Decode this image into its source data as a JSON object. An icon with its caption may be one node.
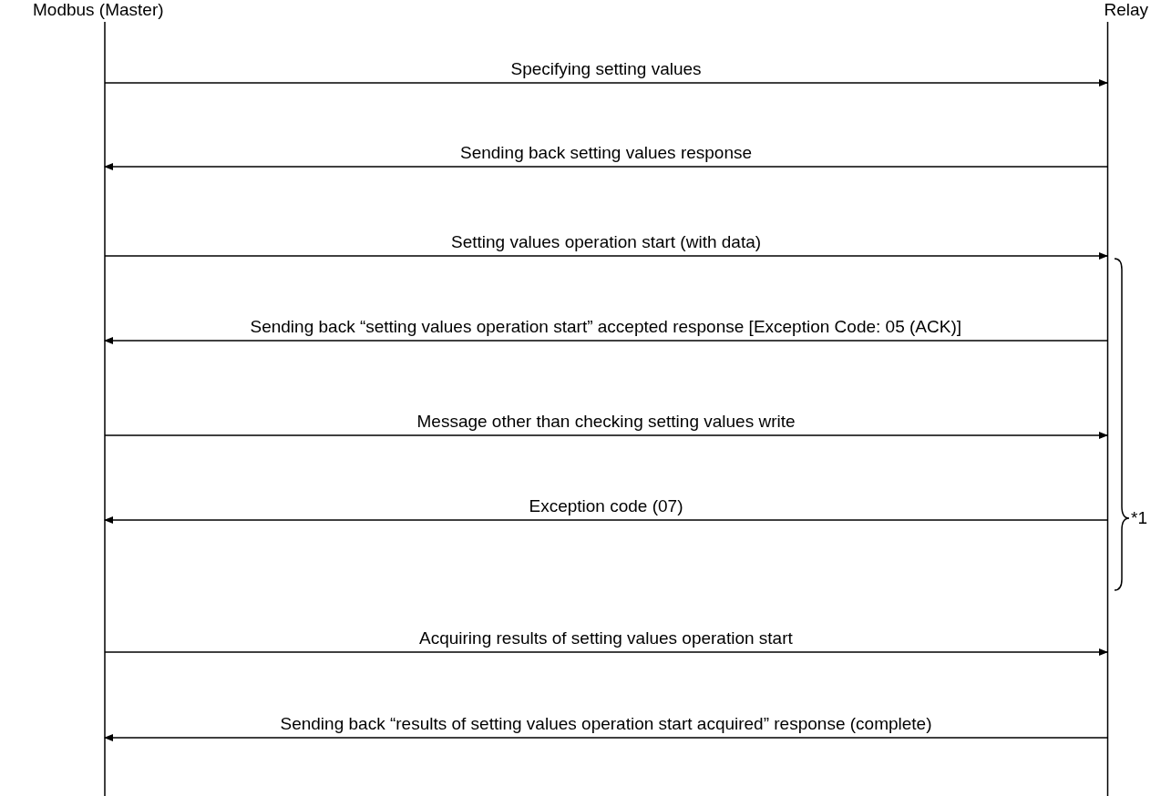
{
  "diagram": {
    "nodes": [
      {
        "text": [
          "Modbus (Master)"
        ]
      },
      {
        "text": [
          "Relay"
        ]
      }
    ],
    "edges": [
      {
        "from": 0,
        "to": 1,
        "arrow": "to",
        "label": "Specifying setting values"
      },
      {
        "from": 1,
        "to": 0,
        "arrow": "to",
        "label": "Sending back setting values response"
      },
      {
        "from": 0,
        "to": 1,
        "arrow": "to",
        "label": "Setting values operation start (with data)"
      },
      {
        "from": 1,
        "to": 0,
        "arrow": "to",
        "label": "Sending back “setting values operation start” accepted response [Exception Code: 05 (ACK)]"
      },
      {
        "from": 0,
        "to": 1,
        "arrow": "to",
        "label": "Message other than checking setting values write"
      },
      {
        "from": 1,
        "to": 0,
        "arrow": "to",
        "label": "Exception code (07)"
      },
      {
        "from": 0,
        "to": 1,
        "arrow": "to",
        "label": "Acquiring results of setting values operation start"
      },
      {
        "from": 1,
        "to": 0,
        "arrow": "to",
        "label": "Sending back “results of setting values operation start acquired” response (complete)"
      }
    ],
    "labels": [
      "*1"
    ]
  }
}
